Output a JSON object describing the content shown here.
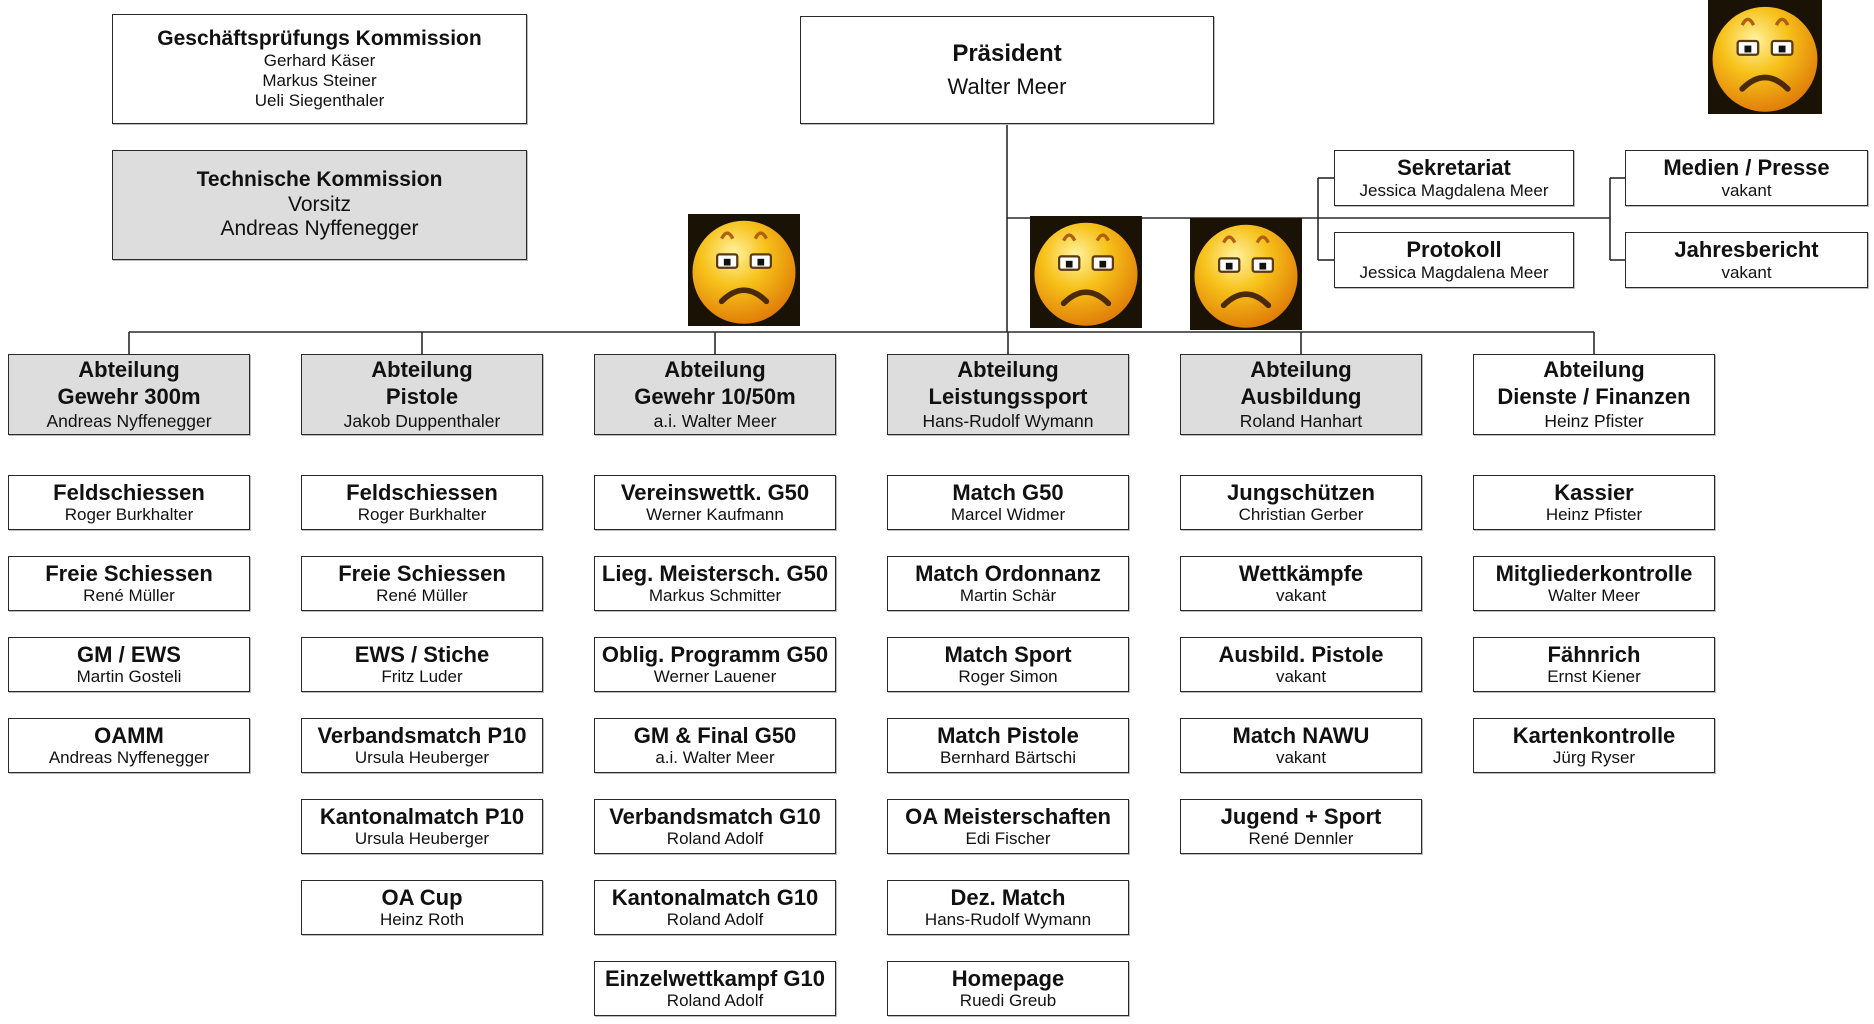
{
  "top_left_committees": {
    "gpk": {
      "title": "Geschäftsprüfungs Kommission",
      "members": [
        "Gerhard Käser",
        "Markus Steiner",
        "Ueli Siegenthaler"
      ]
    },
    "tk": {
      "title": "Technische Kommission",
      "line1": "Vorsitz",
      "line2": "Andreas Nyffenegger"
    }
  },
  "president": {
    "title": "Präsident",
    "name": "Walter Meer"
  },
  "staff": [
    {
      "title": "Sekretariat",
      "name": "Jessica Magdalena Meer"
    },
    {
      "title": "Protokoll",
      "name": "Jessica Magdalena Meer"
    },
    {
      "title": "Medien / Presse",
      "name": "vakant"
    },
    {
      "title": "Jahresbericht",
      "name": "vakant"
    }
  ],
  "departments": [
    {
      "title_line1": "Abteilung",
      "title_line2": "Gewehr 300m",
      "head": "Andreas Nyffenegger",
      "items": [
        {
          "title": "Feldschiessen",
          "name": "Roger Burkhalter"
        },
        {
          "title": "Freie Schiessen",
          "name": "René Müller"
        },
        {
          "title": "GM / EWS",
          "name": "Martin Gosteli"
        },
        {
          "title": "OAMM",
          "name": "Andreas Nyffenegger"
        }
      ]
    },
    {
      "title_line1": "Abteilung",
      "title_line2": "Pistole",
      "head": "Jakob Duppenthaler",
      "items": [
        {
          "title": "Feldschiessen",
          "name": "Roger Burkhalter"
        },
        {
          "title": "Freie Schiessen",
          "name": "René Müller"
        },
        {
          "title": "EWS / Stiche",
          "name": "Fritz Luder"
        },
        {
          "title": "Verbandsmatch P10",
          "name": "Ursula Heuberger"
        },
        {
          "title": "Kantonalmatch P10",
          "name": "Ursula Heuberger"
        },
        {
          "title": "OA Cup",
          "name": "Heinz Roth"
        }
      ]
    },
    {
      "title_line1": "Abteilung",
      "title_line2": "Gewehr 10/50m",
      "head": "a.i. Walter Meer",
      "items": [
        {
          "title": "Vereinswettk. G50",
          "name": "Werner Kaufmann"
        },
        {
          "title": "Lieg. Meistersch. G50",
          "name": "Markus Schmitter"
        },
        {
          "title": "Oblig. Programm G50",
          "name": "Werner Lauener"
        },
        {
          "title": "GM  & Final G50",
          "name": "a.i. Walter Meer"
        },
        {
          "title": "Verbandsmatch G10",
          "name": "Roland Adolf"
        },
        {
          "title": "Kantonalmatch G10",
          "name": "Roland Adolf"
        },
        {
          "title": "Einzelwettkampf G10",
          "name": "Roland Adolf"
        }
      ]
    },
    {
      "title_line1": "Abteilung",
      "title_line2": "Leistungssport",
      "head": "Hans-Rudolf Wymann",
      "items": [
        {
          "title": "Match G50",
          "name": "Marcel Widmer"
        },
        {
          "title": "Match Ordonnanz",
          "name": "Martin Schär"
        },
        {
          "title": "Match Sport",
          "name": "Roger Simon"
        },
        {
          "title": "Match Pistole",
          "name": "Bernhard Bärtschi"
        },
        {
          "title": "OA Meisterschaften",
          "name": "Edi Fischer"
        },
        {
          "title": "Dez. Match",
          "name": "Hans-Rudolf Wymann"
        },
        {
          "title": "Homepage",
          "name": "Ruedi Greub"
        }
      ]
    },
    {
      "title_line1": "Abteilung",
      "title_line2": "Ausbildung",
      "head": "Roland Hanhart",
      "items": [
        {
          "title": "Jungschützen",
          "name": "Christian Gerber"
        },
        {
          "title": "Wettkämpfe",
          "name": "vakant"
        },
        {
          "title": "Ausbild. Pistole",
          "name": "vakant"
        },
        {
          "title": "Match NAWU",
          "name": "vakant"
        },
        {
          "title": "Jugend + Sport",
          "name": "René Dennler"
        }
      ]
    },
    {
      "title_line1": "Abteilung",
      "title_line2": "Dienste / Finanzen",
      "head": "Heinz Pfister",
      "items": [
        {
          "title": "Kassier",
          "name": "Heinz Pfister"
        },
        {
          "title": "Mitgliederkontrolle",
          "name": "Walter Meer"
        },
        {
          "title": "Fähnrich",
          "name": "Ernst Kiener"
        },
        {
          "title": "Kartenkontrolle",
          "name": "Jürg Ryser"
        }
      ]
    }
  ],
  "icons": {
    "sad_face": "sad-face-icon"
  },
  "colors": {
    "shaded_box": "#dddddd",
    "line": "#2a2a2a",
    "face": "#f7c21a"
  }
}
